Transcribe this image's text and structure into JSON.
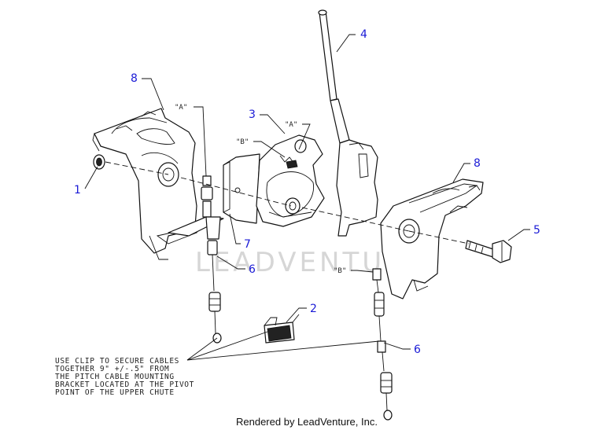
{
  "callouts": {
    "c1": "1",
    "c2": "2",
    "c3": "3",
    "c4": "4",
    "c5": "5",
    "c6a": "6",
    "c6b": "6",
    "c7": "7",
    "c8a": "8",
    "c8b": "8"
  },
  "refs": {
    "a_left": "\"A\"",
    "a_mid": "\"A\"",
    "b_mid": "\"B\"",
    "b_right": "\"B\""
  },
  "note": {
    "line1": "USE CLIP TO SECURE CABLES",
    "line2": "TOGETHER 9\" +/-.5\" FROM",
    "line3": "THE PITCH CABLE MOUNTING",
    "line4": "BRACKET LOCATED AT THE PIVOT",
    "line5": "POINT OF THE UPPER CHUTE"
  },
  "watermark": "LEADVENTURE",
  "footer": "Rendered by LeadVenture, Inc.",
  "colors": {
    "callout_text": "#1a1ad6",
    "line_art": "#111111",
    "watermark": "#d6d6d6"
  }
}
